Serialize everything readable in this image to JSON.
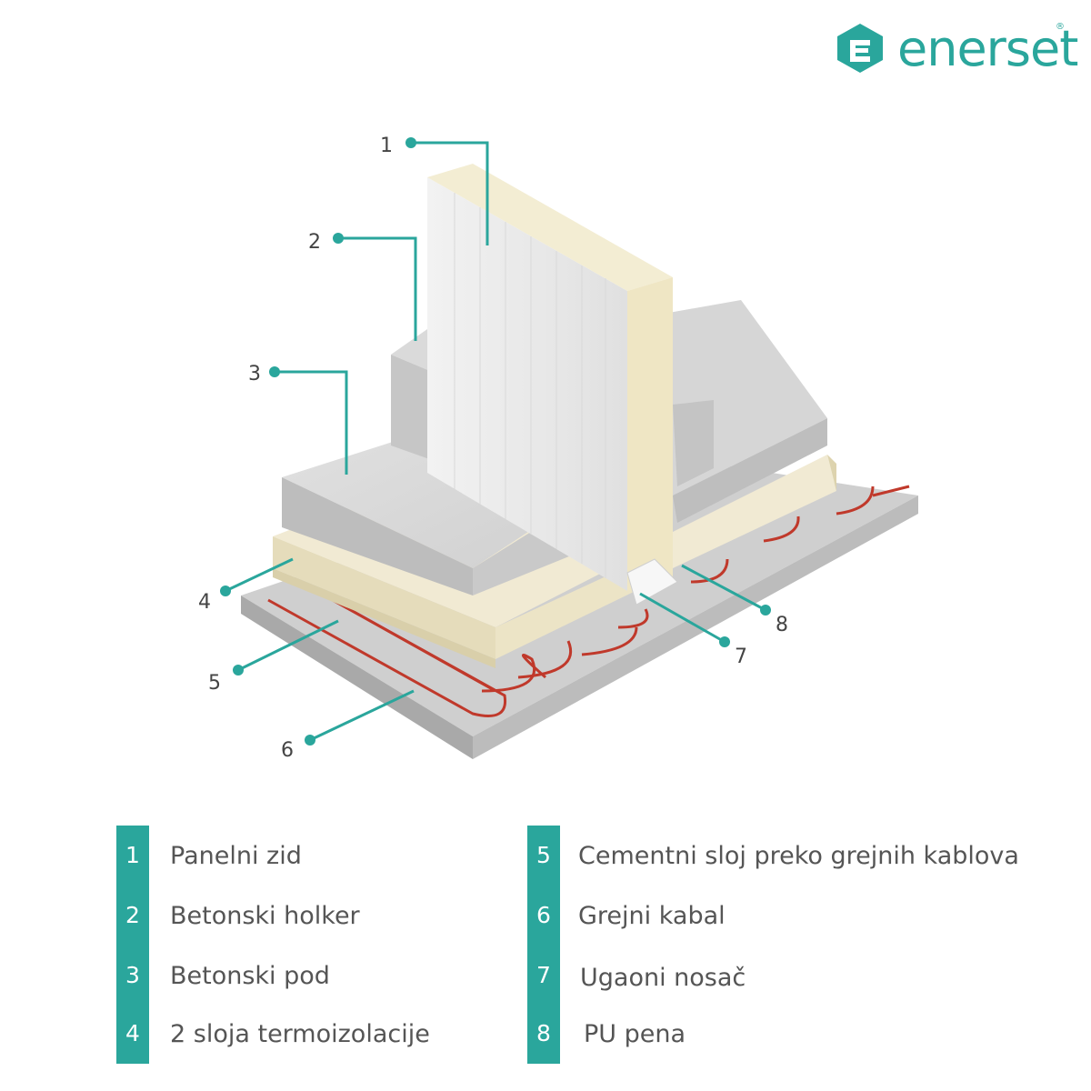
{
  "brand": {
    "name": "enerset",
    "registered_mark": "®",
    "color": "#2aa69c"
  },
  "callouts": [
    "1",
    "2",
    "3",
    "4",
    "5",
    "6",
    "7",
    "8"
  ],
  "legend": {
    "left": [
      {
        "number": "1",
        "label": "Panelni zid"
      },
      {
        "number": "2",
        "label": "Betonski holker"
      },
      {
        "number": "3",
        "label": "Betonski pod"
      },
      {
        "number": "4",
        "label": "2 sloja termoizolacije"
      }
    ],
    "right": [
      {
        "number": "5",
        "label": "Cementni sloj preko grejnih kablova"
      },
      {
        "number": "6",
        "label": "Grejni kabal"
      },
      {
        "number": "7",
        "label": "Ugaoni nosač"
      },
      {
        "number": "8",
        "label": "PU pena"
      }
    ]
  },
  "colors": {
    "accent": "#2aa69c",
    "cable": "#c0392b",
    "concrete": "#d4d4d4",
    "insulation": "#efe8cf"
  }
}
